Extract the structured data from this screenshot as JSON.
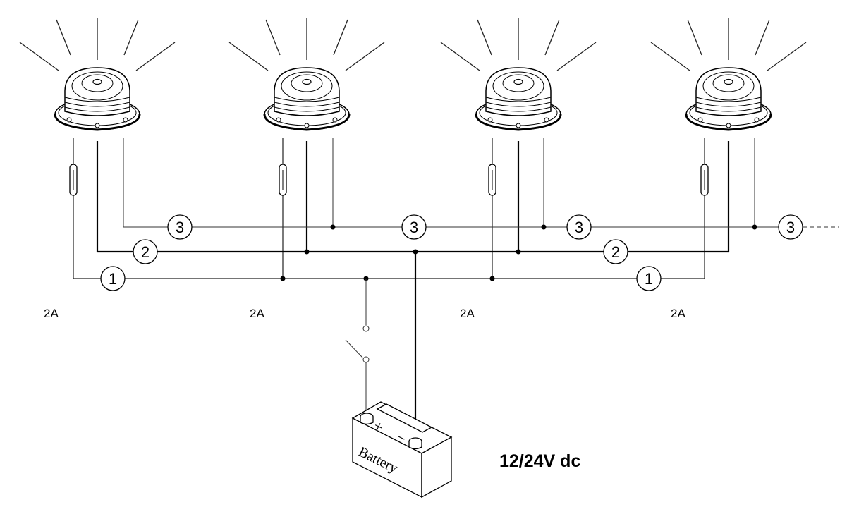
{
  "fuse_rating": "2A",
  "voltage": "12/24V dc",
  "battery": {
    "label": "Battery",
    "plus": "+",
    "minus": "−"
  },
  "wire_labels": [
    "1",
    "2",
    "3"
  ],
  "beacon_count": 4,
  "colors": {
    "line": "#000000",
    "thin_line": "#333333",
    "background": "#ffffff"
  }
}
